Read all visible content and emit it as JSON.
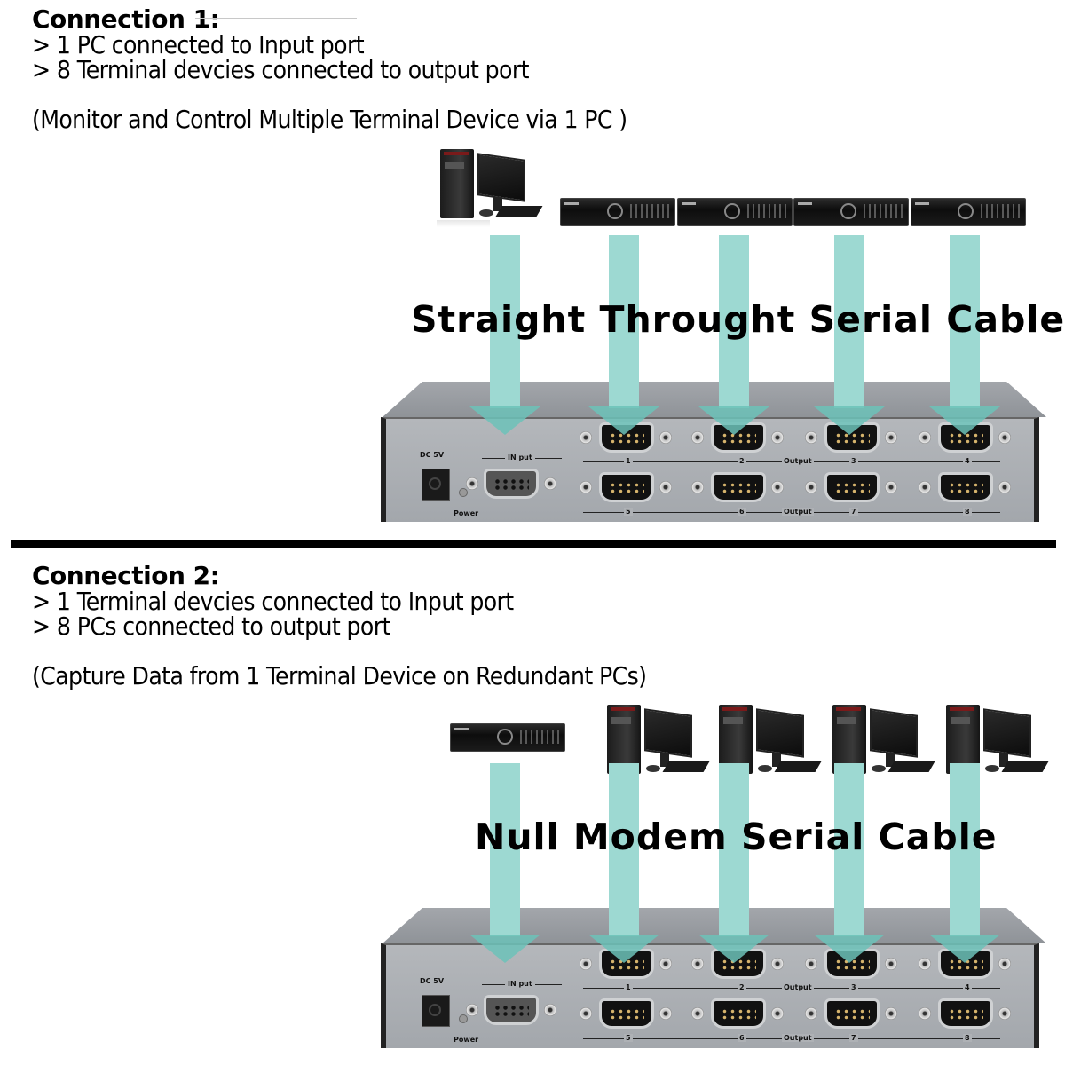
{
  "connection1": {
    "heading": "Connection 1:",
    "lines": [
      "> 1 PC connected to Input port",
      "> 8 Terminal devcies connected to output port"
    ],
    "description": "(Monitor and Control Multiple Terminal Device via 1 PC )",
    "cable_label": "Straight Throught Serial Cable",
    "input_device": "pc-icon",
    "output_devices": [
      "dvr-icon",
      "dvr-icon",
      "dvr-icon",
      "dvr-icon"
    ]
  },
  "connection2": {
    "heading": "Connection 2:",
    "lines": [
      "> 1 Terminal devcies connected to Input port",
      "> 8 PCs connected to output port"
    ],
    "description": "(Capture Data from 1 Terminal Device on Redundant PCs)",
    "cable_label": "Null Modem Serial Cable",
    "input_device": "dvr-icon",
    "output_devices": [
      "pc-icon",
      "pc-icon",
      "pc-icon",
      "pc-icon"
    ]
  },
  "switch_panel": {
    "dc_label": "DC 5V",
    "power_label": "Power",
    "input_label": "IN put",
    "output_label": "Output",
    "port_numbers_top": [
      "1",
      "2",
      "3",
      "4"
    ],
    "port_numbers_bottom": [
      "5",
      "6",
      "7",
      "8"
    ]
  },
  "colors": {
    "arrow": "#9dd9d2",
    "arrow_head": "#6cc2b8",
    "panel": "#a8abb0",
    "divider": "#000000"
  }
}
